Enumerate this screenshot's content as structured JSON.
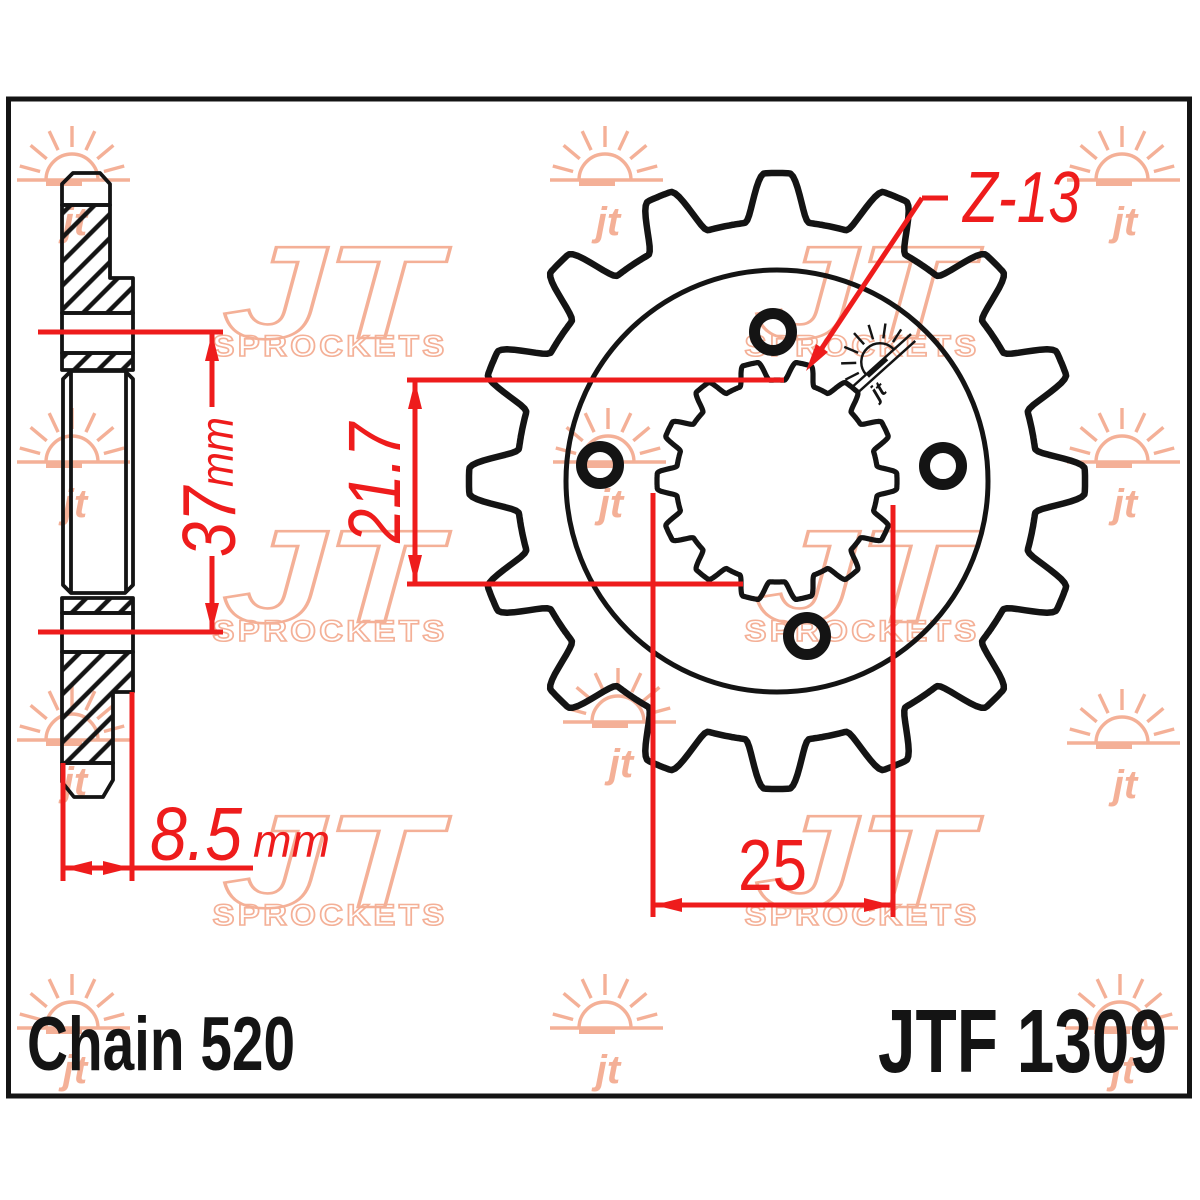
{
  "drawing": {
    "teeth_label": "Z-13",
    "chain_label": "Chain 520",
    "part_number": "JTF 1309",
    "dims": {
      "height": {
        "value": "37",
        "unit": "mm"
      },
      "width": {
        "value": "8.5",
        "unit": "mm"
      },
      "spline_minor": {
        "value": "21.7"
      },
      "spline_major": {
        "value": "25"
      }
    }
  },
  "watermark": {
    "sun_mark": "jt",
    "brand": "JT",
    "brand_sub": "SPROCKETS",
    "color": "#f4b097"
  },
  "colors": {
    "dimension_red": "#ee1c1c",
    "ink": "#141414",
    "paper": "#ffffff"
  }
}
